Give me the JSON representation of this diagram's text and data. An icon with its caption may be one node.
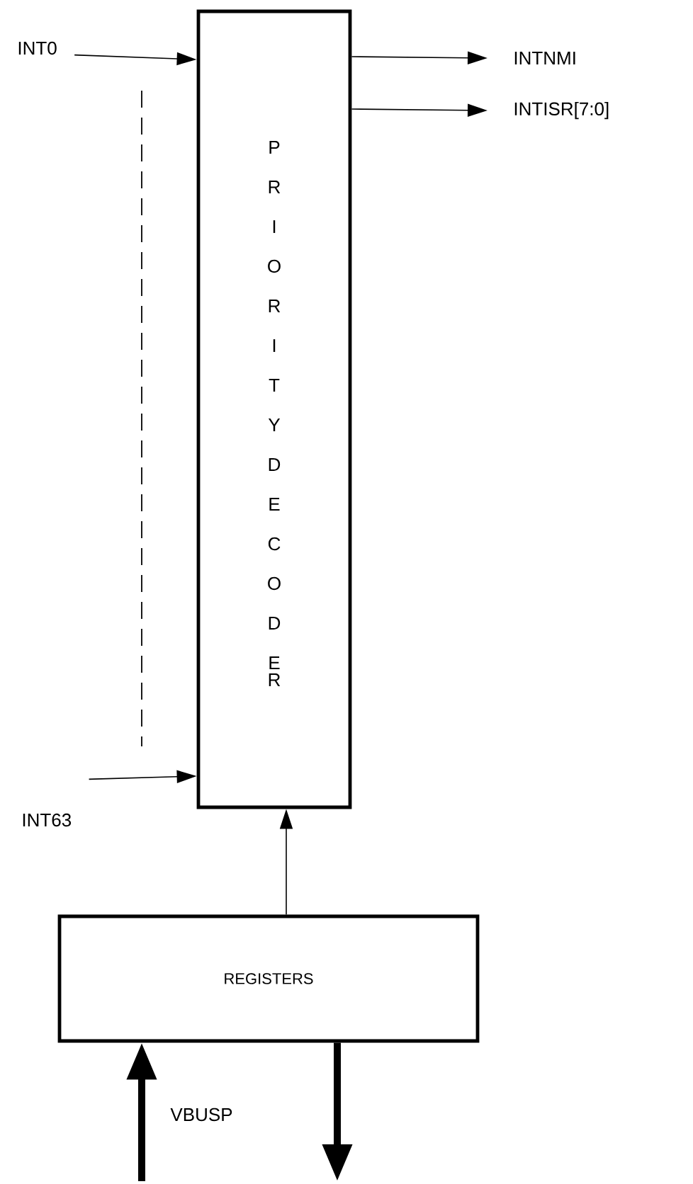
{
  "diagram": {
    "nodes": [
      {
        "text": [
          "PRIORITY DECODER"
        ]
      },
      {
        "text": [
          "INT0"
        ]
      },
      {
        "text": [
          "INT63"
        ]
      },
      {
        "text": [
          "INTNMI"
        ]
      },
      {
        "text": [
          "INTISR[7:0]"
        ]
      },
      {
        "text": [
          "REGISTERS"
        ]
      }
    ],
    "edges": [
      {
        "from": 1,
        "to": 0,
        "arrow": "to"
      },
      {
        "from": 2,
        "to": 0,
        "arrow": "to"
      },
      {
        "from": 0,
        "to": 3,
        "arrow": "to"
      },
      {
        "from": 0,
        "to": 4,
        "arrow": "to"
      },
      {
        "from": 5,
        "to": 0,
        "arrow": "to"
      },
      {
        "from": null,
        "to": 5,
        "arrow": "to",
        "style": "thick"
      },
      {
        "from": 5,
        "to": null,
        "arrow": "to",
        "style": "thick"
      }
    ],
    "labels": [
      "VBUSP"
    ]
  }
}
